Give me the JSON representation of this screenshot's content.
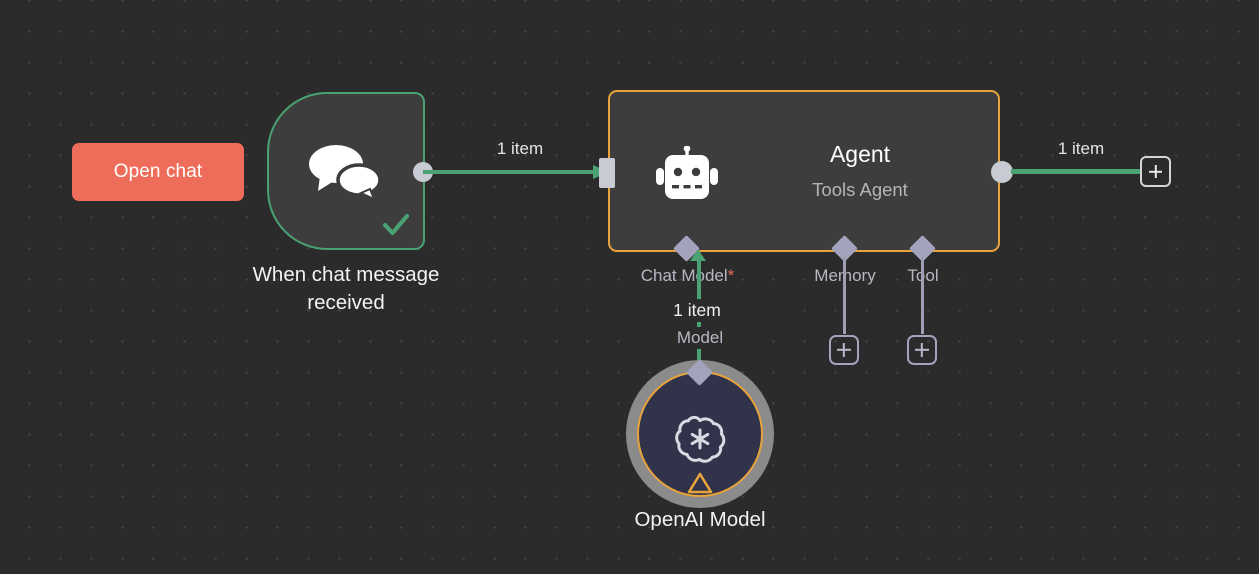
{
  "canvas": {
    "background_color": "#2b2b2b",
    "grid_dot_color": "#4a4a4a"
  },
  "open_chat": {
    "label": "Open chat",
    "color": "#ee6d5a"
  },
  "trigger_node": {
    "label_line1": "When chat message",
    "label_line2": "received",
    "icon": "chat-bubbles-icon",
    "status_icon": "check-icon",
    "border_color": "#4aa273",
    "fill_color": "#3d3d3d"
  },
  "main_connection": {
    "items_label": "1 item",
    "color": "#4aa273"
  },
  "agent_node": {
    "title": "Agent",
    "subtitle": "Tools Agent",
    "icon": "robot-icon",
    "warning_icon": "warning-triangle-icon",
    "border_color": "#e8a33d",
    "fill_color": "#3d3d3d"
  },
  "agent_output": {
    "items_label": "1 item",
    "add_label": "+"
  },
  "sub_ports": [
    {
      "name": "Chat Model",
      "required": true,
      "required_marker": "*"
    },
    {
      "name": "Memory",
      "required": false,
      "required_marker": ""
    },
    {
      "name": "Tool",
      "required": false,
      "required_marker": ""
    }
  ],
  "chat_model_connection": {
    "items_label": "1 item",
    "type_label": "Model",
    "color": "#4aa273"
  },
  "openai_node": {
    "label": "OpenAI Model",
    "icon": "openai-logo-icon",
    "warning_icon": "warning-triangle-icon",
    "ring_color": "#8b8b8b",
    "border_color": "#e8a33d",
    "fill_color": "#30334a"
  },
  "add_buttons": {
    "memory_add": "+",
    "tool_add": "+"
  }
}
